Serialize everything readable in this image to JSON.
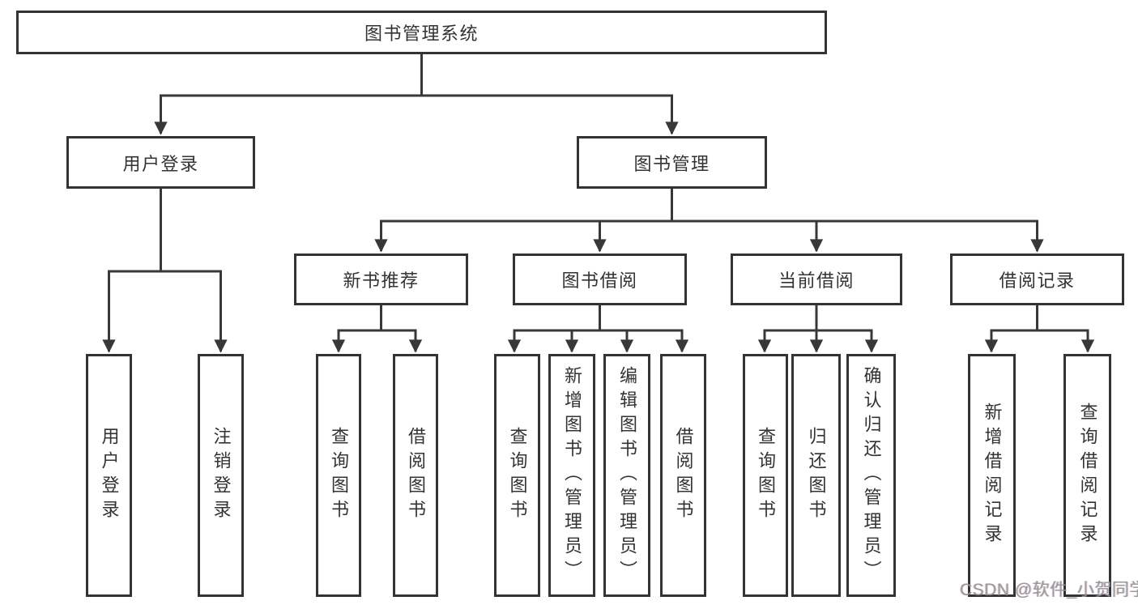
{
  "diagram": {
    "root": {
      "label": "图书管理系统"
    },
    "branches": [
      {
        "label": "用户登录",
        "children": [
          {
            "label": "用户登录"
          },
          {
            "label": "注销登录"
          }
        ]
      },
      {
        "label": "图书管理",
        "children": [
          {
            "label": "新书推荐",
            "children": [
              {
                "label": "查询图书"
              },
              {
                "label": "借阅图书"
              }
            ]
          },
          {
            "label": "图书借阅",
            "children": [
              {
                "label": "查询图书"
              },
              {
                "label": "新增图书（管理员）"
              },
              {
                "label": "编辑图书（管理员）"
              },
              {
                "label": "借阅图书"
              }
            ]
          },
          {
            "label": "当前借阅",
            "children": [
              {
                "label": "查询图书"
              },
              {
                "label": "归还图书"
              },
              {
                "label": "确认归还（管理员）"
              }
            ]
          },
          {
            "label": "借阅记录",
            "children": [
              {
                "label": "新增借阅记录"
              },
              {
                "label": "查询借阅记录"
              }
            ]
          }
        ]
      }
    ]
  },
  "watermark": {
    "text": "CSDN @软件_小贺同学"
  },
  "colors": {
    "line": "#383838",
    "border": "#333333",
    "text": "#333333",
    "watermark": "#949494",
    "background": "#ffffff"
  }
}
